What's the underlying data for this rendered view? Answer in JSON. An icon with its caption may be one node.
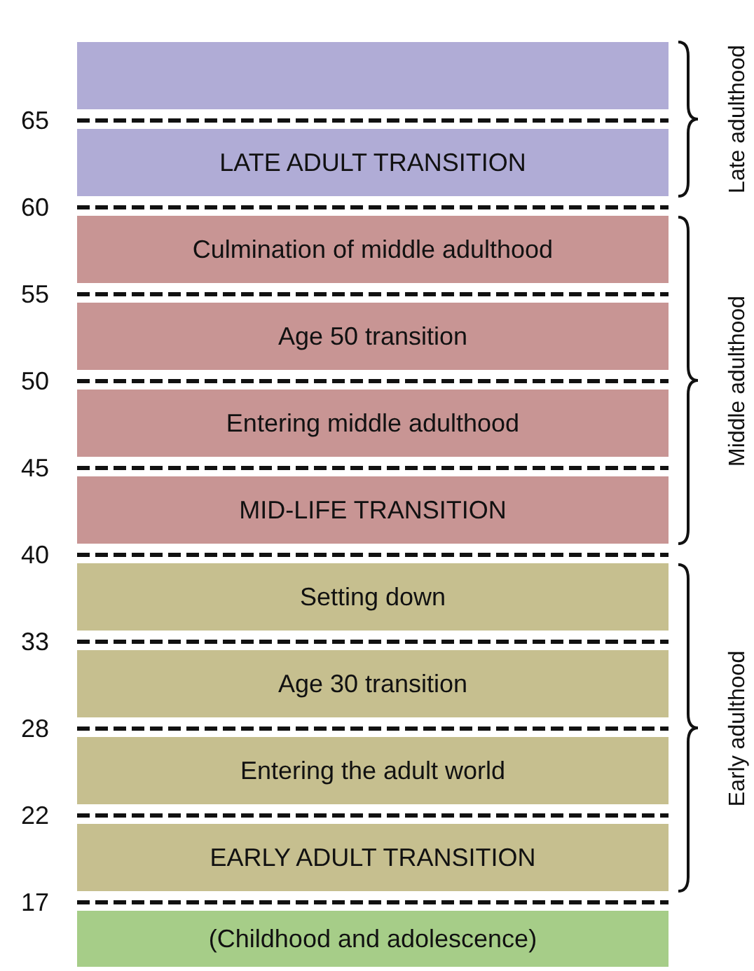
{
  "diagram": {
    "nodes": [
      {
        "text": [],
        "shape": "bar"
      },
      {
        "text": [
          "LATE ADULT TRANSITION"
        ]
      },
      {
        "text": [
          "Culmination of middle adulthood"
        ]
      },
      {
        "text": [
          "Age 50 transition"
        ]
      },
      {
        "text": [
          "Entering middle adulthood"
        ]
      },
      {
        "text": [
          "MID-LIFE TRANSITION"
        ]
      },
      {
        "text": [
          "Setting down"
        ]
      },
      {
        "text": [
          "Age 30 transition"
        ]
      },
      {
        "text": [
          "Entering the adult world"
        ]
      },
      {
        "text": [
          "EARLY ADULT TRANSITION"
        ]
      },
      {
        "text": [
          "(Childhood and adolescence)"
        ]
      }
    ],
    "edges": [],
    "labels": [
      "65",
      "60",
      "55",
      "50",
      "45",
      "40",
      "33",
      "28",
      "22",
      "17",
      "Late adulthood",
      "Middle adulthood",
      "Early adulthood"
    ]
  }
}
